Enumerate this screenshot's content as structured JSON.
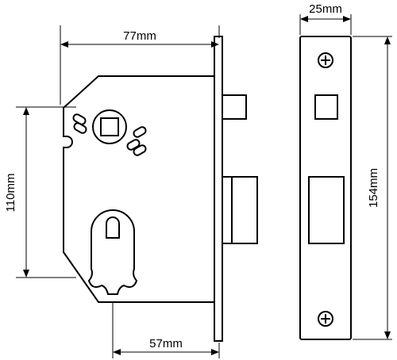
{
  "dimensions": {
    "lock_width": "77mm",
    "lock_height": "110mm",
    "backset": "57mm",
    "forend_width": "25mm",
    "forend_height": "154mm"
  }
}
